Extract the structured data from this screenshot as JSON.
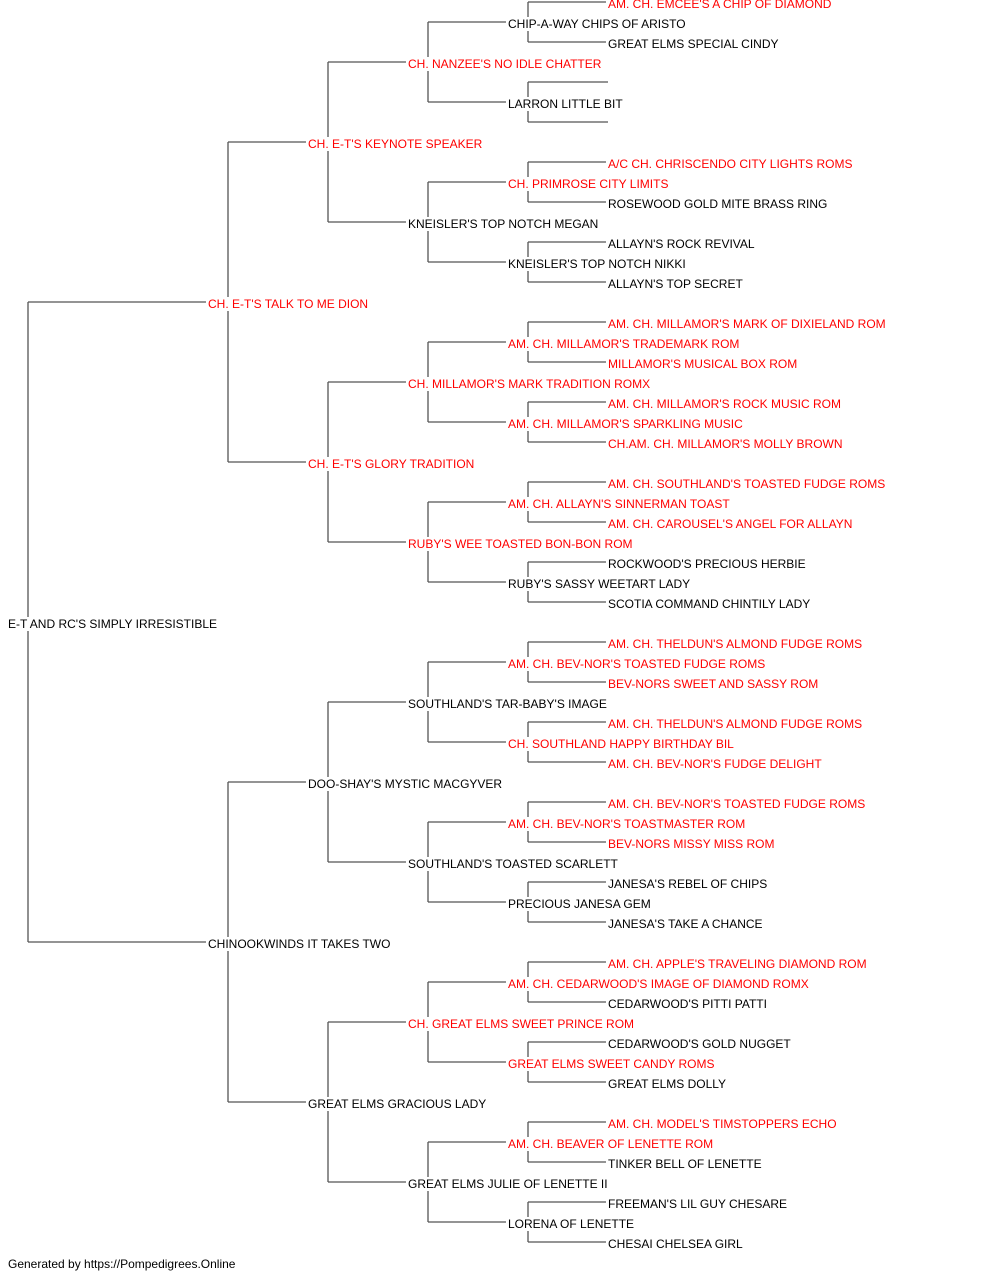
{
  "colors": {
    "champion": "#ff0000",
    "normal": "#000000"
  },
  "footer": "Generated by https://Pompedigrees.Online",
  "pedigree": [
    {
      "name": "E-T AND RC'S SIMPLY IRRESISTIBLE",
      "champion": false
    },
    {
      "name": "CH. E-T'S TALK TO ME DION",
      "champion": true
    },
    {
      "name": "CHINOOKWINDS IT TAKES TWO",
      "champion": false
    },
    {
      "name": "CH. E-T'S KEYNOTE SPEAKER",
      "champion": true
    },
    {
      "name": "CH. E-T'S GLORY TRADITION",
      "champion": true
    },
    {
      "name": "DOO-SHAY'S MYSTIC MACGYVER",
      "champion": false
    },
    {
      "name": "GREAT ELMS GRACIOUS LADY",
      "champion": false
    },
    {
      "name": "CH. NANZEE'S NO IDLE CHATTER",
      "champion": true
    },
    {
      "name": "KNEISLER'S TOP NOTCH MEGAN",
      "champion": false
    },
    {
      "name": "CH. MILLAMOR'S MARK TRADITION ROMX",
      "champion": true
    },
    {
      "name": "RUBY'S WEE TOASTED BON-BON ROM",
      "champion": true
    },
    {
      "name": "SOUTHLAND'S TAR-BABY'S IMAGE",
      "champion": false
    },
    {
      "name": "SOUTHLAND'S TOASTED SCARLETT",
      "champion": false
    },
    {
      "name": "CH. GREAT ELMS SWEET PRINCE ROM",
      "champion": true
    },
    {
      "name": "GREAT ELMS JULIE OF LENETTE II",
      "champion": false
    },
    {
      "name": "CHIP-A-WAY CHIPS OF ARISTO",
      "champion": false
    },
    {
      "name": "LARRON LITTLE BIT",
      "champion": false
    },
    {
      "name": "CH. PRIMROSE CITY LIMITS",
      "champion": true
    },
    {
      "name": "KNEISLER'S TOP NOTCH NIKKI",
      "champion": false
    },
    {
      "name": "AM. CH. MILLAMOR'S TRADEMARK ROM",
      "champion": true
    },
    {
      "name": "AM. CH. MILLAMOR'S SPARKLING MUSIC",
      "champion": true
    },
    {
      "name": "AM. CH. ALLAYN'S SINNERMAN TOAST",
      "champion": true
    },
    {
      "name": "RUBY'S SASSY WEETART LADY",
      "champion": false
    },
    {
      "name": "AM. CH. BEV-NOR'S TOASTED FUDGE ROMS",
      "champion": true
    },
    {
      "name": "CH. SOUTHLAND HAPPY BIRTHDAY BIL",
      "champion": true
    },
    {
      "name": "AM. CH. BEV-NOR'S TOASTMASTER ROM",
      "champion": true
    },
    {
      "name": "PRECIOUS JANESA GEM",
      "champion": false
    },
    {
      "name": "AM. CH. CEDARWOOD'S IMAGE OF DIAMOND ROMX",
      "champion": true
    },
    {
      "name": "GREAT ELMS SWEET CANDY ROMS",
      "champion": true
    },
    {
      "name": "AM. CH. BEAVER OF LENETTE ROM",
      "champion": true
    },
    {
      "name": "LORENA OF LENETTE",
      "champion": false
    },
    {
      "name": "AM. CH. EMCEE'S A CHIP OF DIAMOND",
      "champion": true
    },
    {
      "name": "GREAT ELMS SPECIAL CINDY",
      "champion": false
    },
    {
      "name": "",
      "champion": false
    },
    {
      "name": "",
      "champion": false
    },
    {
      "name": "A/C CH. CHRISCENDO CITY LIGHTS ROMS",
      "champion": true
    },
    {
      "name": "ROSEWOOD GOLD MITE BRASS RING",
      "champion": false
    },
    {
      "name": "ALLAYN'S ROCK REVIVAL",
      "champion": false
    },
    {
      "name": "ALLAYN'S TOP SECRET",
      "champion": false
    },
    {
      "name": "AM. CH. MILLAMOR'S MARK OF DIXIELAND ROM",
      "champion": true
    },
    {
      "name": "MILLAMOR'S MUSICAL BOX ROM",
      "champion": true
    },
    {
      "name": "AM. CH. MILLAMOR'S ROCK MUSIC ROM",
      "champion": true
    },
    {
      "name": "CH.AM. CH. MILLAMOR'S MOLLY BROWN",
      "champion": true
    },
    {
      "name": "AM. CH. SOUTHLAND'S TOASTED FUDGE ROMS",
      "champion": true
    },
    {
      "name": "AM. CH. CAROUSEL'S ANGEL FOR ALLAYN",
      "champion": true
    },
    {
      "name": "ROCKWOOD'S PRECIOUS HERBIE",
      "champion": false
    },
    {
      "name": "SCOTIA COMMAND CHINTILY LADY",
      "champion": false
    },
    {
      "name": "AM. CH. THELDUN'S ALMOND FUDGE ROMS",
      "champion": true
    },
    {
      "name": "BEV-NORS SWEET AND SASSY ROM",
      "champion": true
    },
    {
      "name": "AM. CH. THELDUN'S ALMOND FUDGE ROMS",
      "champion": true
    },
    {
      "name": "AM. CH. BEV-NOR'S FUDGE DELIGHT",
      "champion": true
    },
    {
      "name": "AM. CH. BEV-NOR'S TOASTED FUDGE ROMS",
      "champion": true
    },
    {
      "name": "BEV-NORS MISSY MISS ROM",
      "champion": true
    },
    {
      "name": "JANESA'S REBEL OF CHIPS",
      "champion": false
    },
    {
      "name": "JANESA'S TAKE A CHANCE",
      "champion": false
    },
    {
      "name": "AM. CH. APPLE'S TRAVELING DIAMOND ROM",
      "champion": true
    },
    {
      "name": "CEDARWOOD'S PITTI PATTI",
      "champion": false
    },
    {
      "name": "CEDARWOOD'S GOLD NUGGET",
      "champion": false
    },
    {
      "name": "GREAT ELMS DOLLY",
      "champion": false
    },
    {
      "name": "AM. CH. MODEL'S TIMSTOPPERS ECHO",
      "champion": true
    },
    {
      "name": "TINKER BELL OF LENETTE",
      "champion": false
    },
    {
      "name": "FREEMAN'S LIL GUY CHESARE",
      "champion": false
    },
    {
      "name": "CHESAI CHELSEA GIRL",
      "champion": false
    }
  ]
}
